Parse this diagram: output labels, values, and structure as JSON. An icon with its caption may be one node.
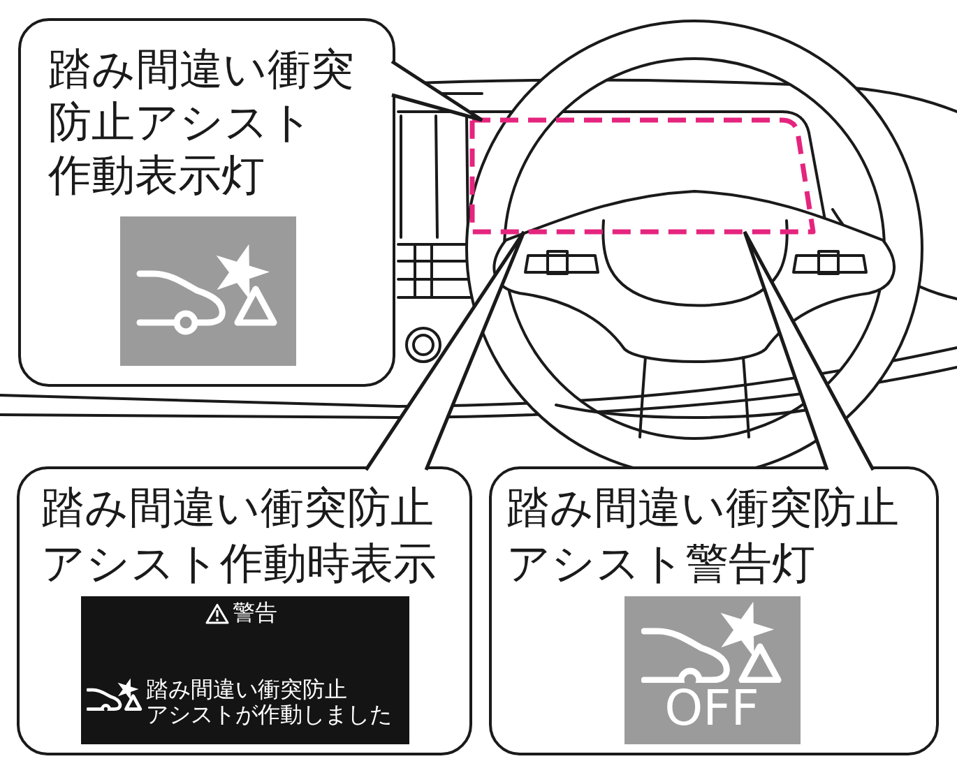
{
  "diagram": {
    "nodes": [
      {
        "text": [
          "踏み間違い衝突防止アシスト作動表示灯"
        ]
      },
      {
        "text": [],
        "shape": "picture",
        "in": 0
      },
      {
        "text": [],
        "shape": "box"
      },
      {
        "text": [
          "踏み間違い衝突防止アシスト作動時表示"
        ]
      },
      {
        "text": [
          "警告",
          "踏み間違い衝突防止アシストが作動しました"
        ],
        "in": 3
      },
      {
        "text": [
          "踏み間違い衝突防止アシスト警告灯"
        ]
      },
      {
        "text": [
          "OFF"
        ],
        "in": 5
      }
    ],
    "edges": [
      {
        "from": 0,
        "to": 2,
        "arrow": "none"
      },
      {
        "from": 3,
        "to": 2,
        "arrow": "none"
      },
      {
        "from": 5,
        "to": 2,
        "arrow": "none"
      }
    ]
  }
}
